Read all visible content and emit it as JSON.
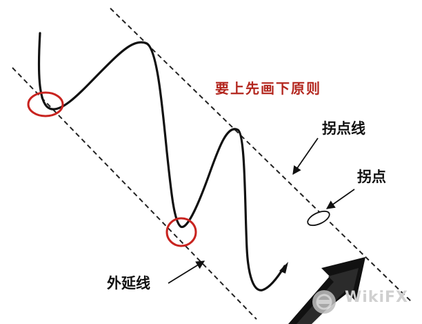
{
  "labels": {
    "rule_title": "要上先画下原则",
    "upper_line_label": "拐点线",
    "pivot_point_label": "拐点",
    "lower_line_label": "外延线"
  },
  "watermark": {
    "text": "WikiFX"
  },
  "colors": {
    "curve": "#111111",
    "dashed_lines": "#222222",
    "circles": "#c8231f",
    "rule_title": "#b3261e",
    "big_arrow": "#111111"
  },
  "icons": [
    "arrow-icon",
    "watermark-logo-icon"
  ]
}
